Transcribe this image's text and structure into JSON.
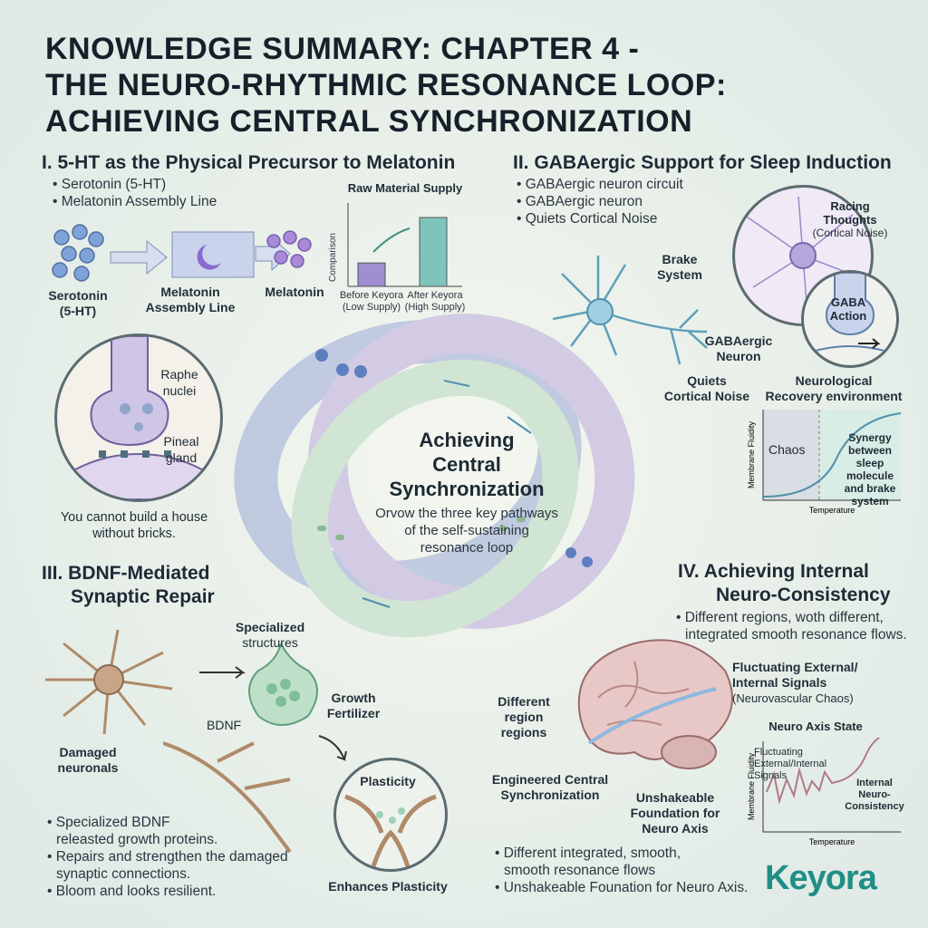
{
  "title": [
    "KNOWLEDGE SUMMARY: CHAPTER 4 -",
    "THE NEURO-RHYTHMIC RESONANCE LOOP:",
    "ACHIEVING CENTRAL SYNCHRONIZATION"
  ],
  "center": {
    "heading": [
      "Achieving",
      "Central",
      "Synchronization"
    ],
    "body": [
      "Orvow the three key pathways",
      "of the self-sustaining",
      "resonance loop"
    ]
  },
  "section1": {
    "heading": "I. 5-HT as the Physical Precursor to Melatonin",
    "bullets": [
      "Serotonin (5-HT)",
      "Melatonin Assembly Line"
    ],
    "labels": {
      "serotonin": [
        "Serotonin",
        "(5-HT)"
      ],
      "assembly": [
        "Melatonin",
        "Assembly Line"
      ],
      "melatonin": "Melatonin"
    },
    "inset": {
      "raphe": [
        "Raphe",
        "nuclei"
      ],
      "pineal": [
        "Pineal",
        "gland"
      ]
    },
    "quote": [
      "You cannot build a house",
      "without bricks."
    ]
  },
  "supply_chart": {
    "title": "Raw Material Supply",
    "ylabel": "Comparison",
    "categories": [
      [
        "Before Keyora",
        "(Low Supply)"
      ],
      [
        "After Keyora",
        "(High Supply)"
      ]
    ],
    "values": [
      0.34,
      1.0
    ],
    "colors": [
      "#9f8fd0",
      "#7fc4bc"
    ]
  },
  "section2": {
    "heading": "II. GABAergic Support for Sleep Induction",
    "bullets": [
      "GABAergic neuron circuit",
      "GABAergic neuron",
      "Quiets Cortical Noise"
    ],
    "labels": {
      "brake": [
        "Brake",
        "System"
      ],
      "neuron": [
        "GABAergic",
        "Neuron"
      ],
      "quiets": [
        "Quiets",
        "Cortical Noise"
      ],
      "racing": [
        "Racing",
        "Thoughts"
      ],
      "racing_sub": "(Cortical Noise)",
      "gaba": [
        "GABA",
        "Action"
      ],
      "recovery": [
        "Neurological",
        "Recovery environment"
      ]
    }
  },
  "recovery_chart": {
    "ylabel": "Membrane Fluidity",
    "xlabel": "Temperature",
    "zone_left": "Chaos",
    "zone_right": [
      "Synergy",
      "between",
      "sleep molecule",
      "and brake",
      "system"
    ]
  },
  "section3": {
    "heading": [
      "III. BDNF-Mediated",
      "Synaptic Repair"
    ],
    "labels": {
      "specialized": [
        "Specialized",
        "structures"
      ],
      "fertilizer": [
        "Growth",
        "Fertilizer"
      ],
      "bdnf": "BDNF",
      "damaged": [
        "Damaged",
        "neuronals"
      ],
      "plasticity": "Plasticity",
      "enhances": "Enhances Plasticity"
    },
    "bullets": [
      "Specialized BDNF",
      "releasted growth proteins.",
      "Repairs and strengthen the damaged",
      "synaptic connections.",
      "Bloom and looks resilient."
    ]
  },
  "section4": {
    "heading": [
      "IV. Achieving Internal",
      "Neuro-Consistency"
    ],
    "intro": [
      "Different regions, woth different,",
      "integrated smooth resonance flows."
    ],
    "labels": {
      "fluct": [
        "Fluctuating External/",
        "Internal Signals"
      ],
      "fluct_sub": "(Neurovascular Chaos)",
      "diff": [
        "Different",
        "region",
        "regions"
      ],
      "engineered": [
        "Engineered Central",
        "Synchronization"
      ],
      "unshake": [
        "Unshakeable",
        "Foundation for",
        "Neuro Axis"
      ]
    },
    "bullets": [
      "Different integrated, smooth,",
      "smooth resonance flows",
      "Unshakeable Founation for Neuro Axis."
    ]
  },
  "axis_chart": {
    "title": "Neuro Axis State",
    "ylabel": "Membrane Fluidity",
    "xlabel": "Temperature",
    "left_label": [
      "Fluctuating",
      "External/Internal",
      "Signals"
    ],
    "right_label": [
      "Internal",
      "Neuro-",
      "Consistency"
    ]
  },
  "brand": {
    "name": "Keyora",
    "color": "#1f8f86"
  }
}
